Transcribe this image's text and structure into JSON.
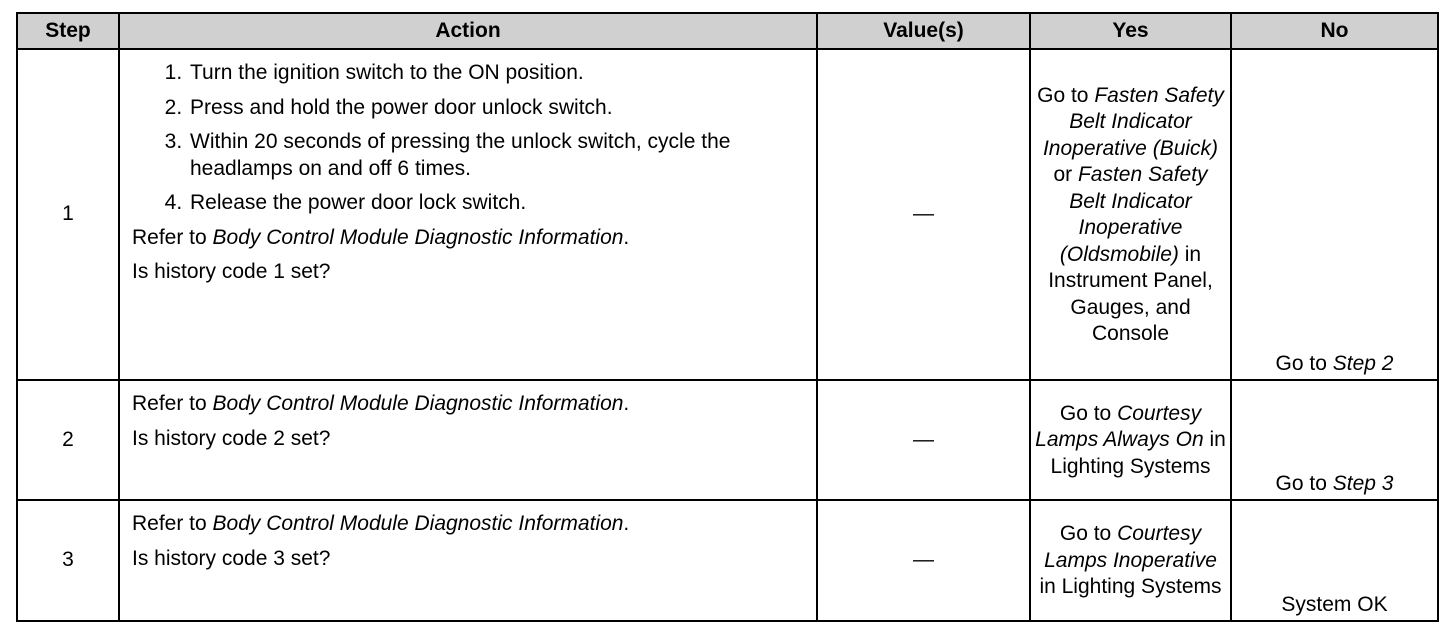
{
  "headers": {
    "step": "Step",
    "action": "Action",
    "values": "Value(s)",
    "yes": "Yes",
    "no": "No"
  },
  "rows": [
    {
      "step": "1",
      "list": [
        "Turn the ignition switch to the ON position.",
        "Press and hold the power door unlock switch.",
        "Within 20 seconds of pressing the unlock switch, cycle the headlamps on and off 6 times.",
        "Release the power door lock switch."
      ],
      "refer_prefix": "Refer to ",
      "refer_doc": "Body Control Module Diagnostic Information",
      "refer_suffix": ".",
      "question": "Is history code 1 set?",
      "value": "—",
      "yes": {
        "go_to": "Go to ",
        "link1": "Fasten Safety Belt Indicator Inoperative (Buick)",
        "or": " or ",
        "link2": "Fasten Safety Belt Indicator Inoperative (Oldsmobile)",
        "in": " in Instrument Panel, Gauges, and Console"
      },
      "no": {
        "go_to": "Go to ",
        "link": "Step 2"
      }
    },
    {
      "step": "2",
      "refer_prefix": "Refer to ",
      "refer_doc": "Body Control Module Diagnostic Information",
      "refer_suffix": ".",
      "question": "Is history code 2 set?",
      "value": "—",
      "yes": {
        "go_to": "Go to ",
        "link1": "Courtesy Lamps Always On",
        "in": " in Lighting Systems"
      },
      "no": {
        "go_to": "Go to ",
        "link": "Step 3"
      }
    },
    {
      "step": "3",
      "refer_prefix": "Refer to ",
      "refer_doc": "Body Control Module Diagnostic Information",
      "refer_suffix": ".",
      "question": "Is history code 3 set?",
      "value": "—",
      "yes": {
        "go_to": "Go to ",
        "link1": "Courtesy Lamps Inoperative",
        "in": " in Lighting Systems"
      },
      "no": {
        "text": "System OK"
      }
    }
  ]
}
